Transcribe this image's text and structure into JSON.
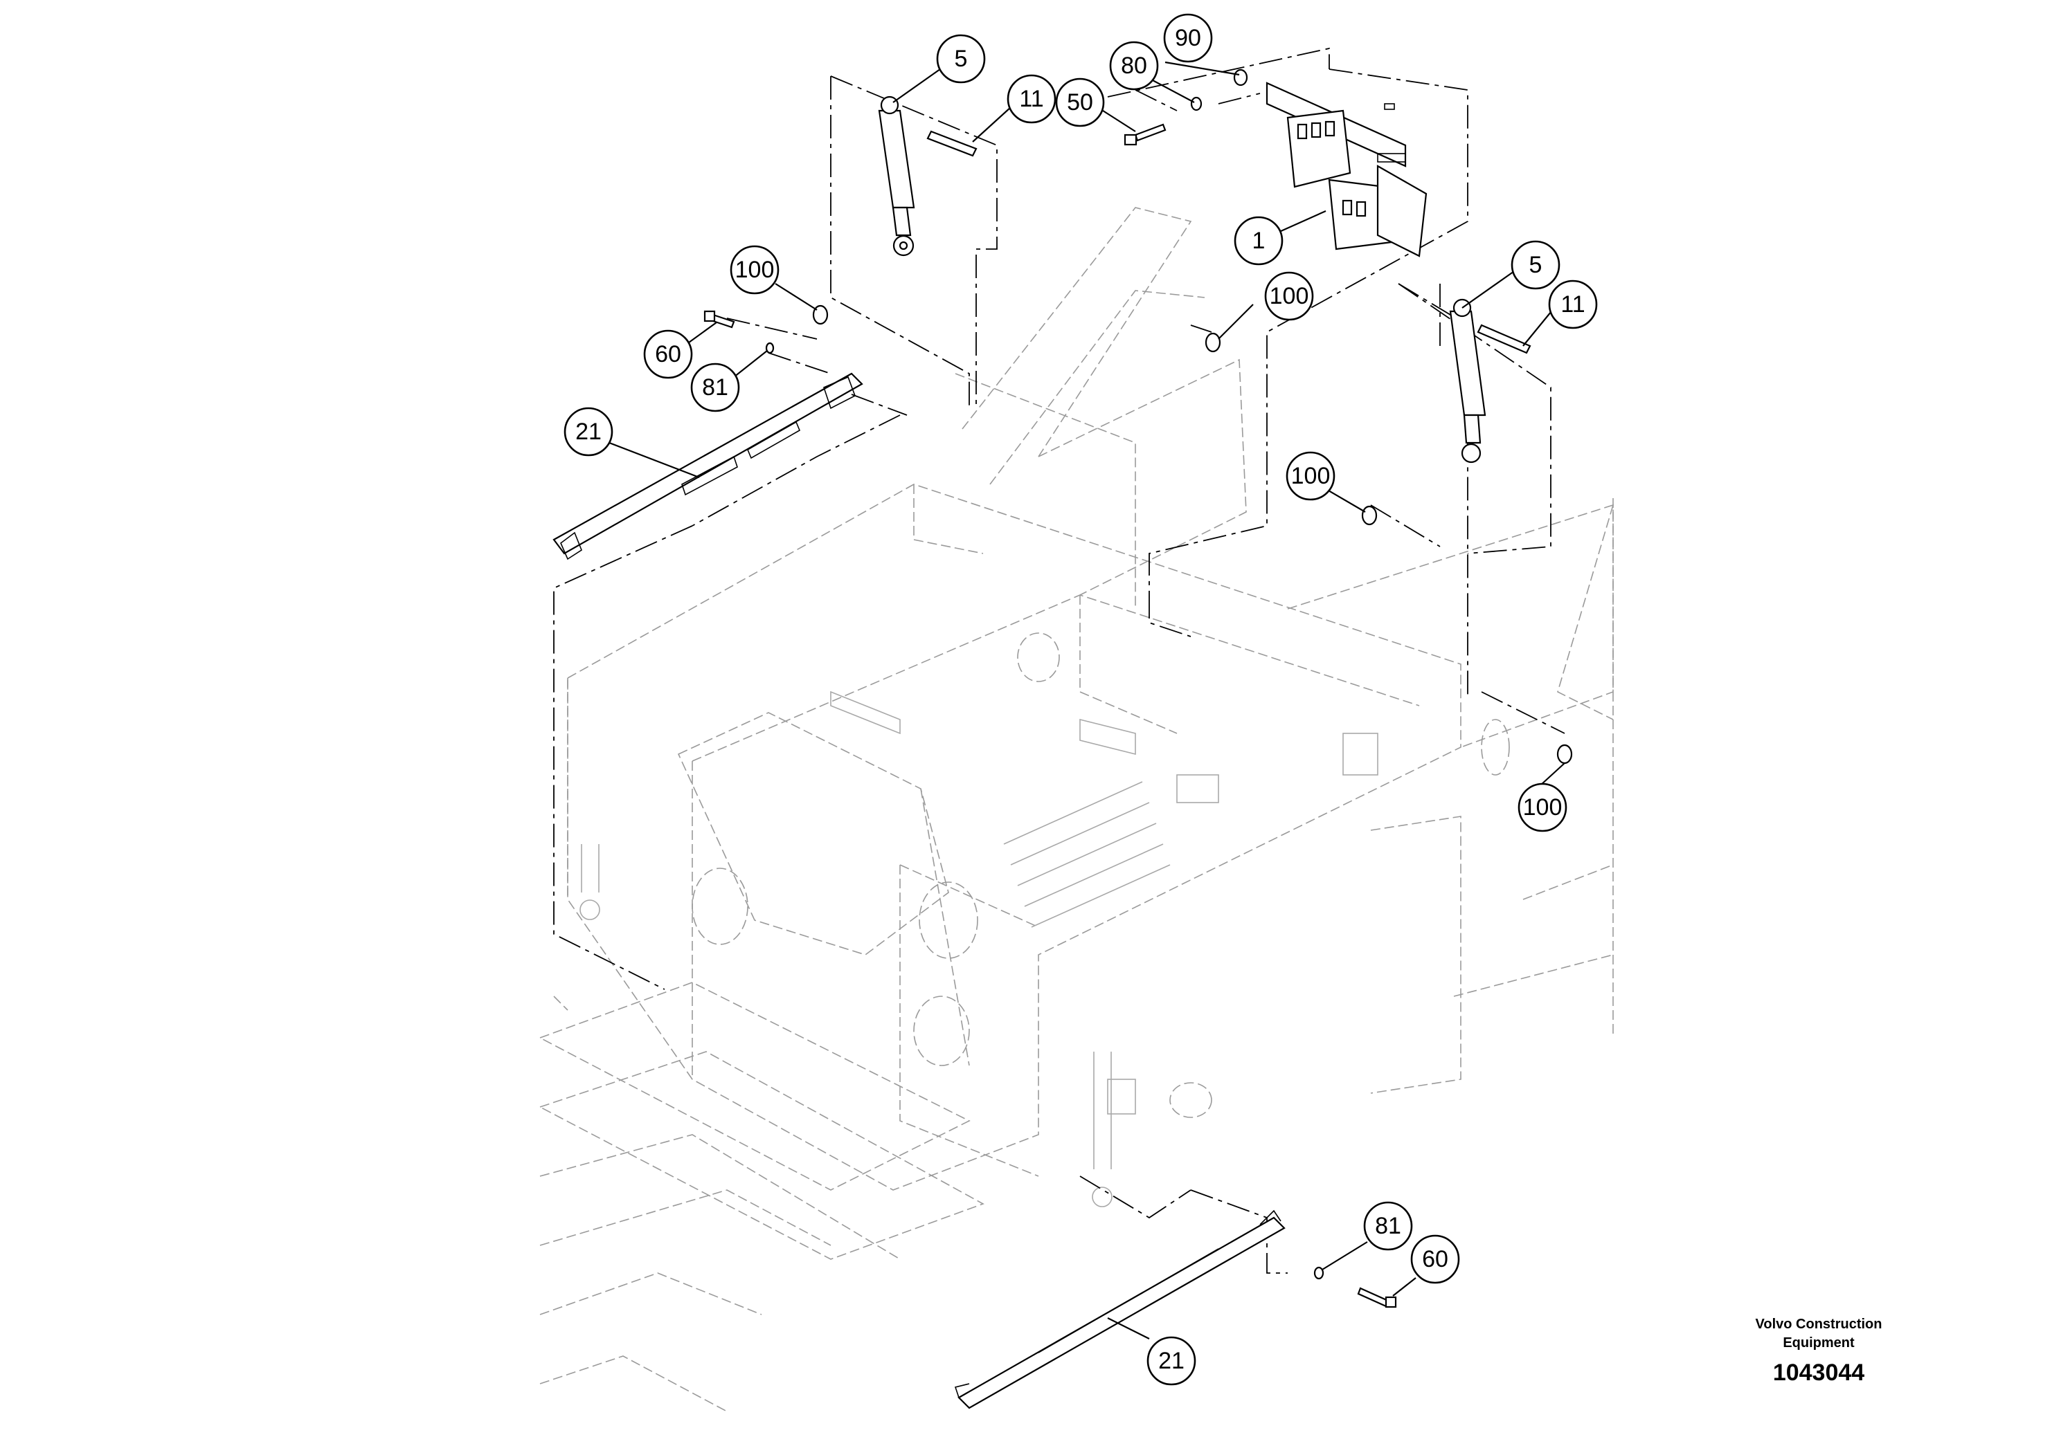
{
  "diagram": {
    "callouts": [
      "5",
      "11",
      "90",
      "80",
      "50",
      "1",
      "100",
      "100",
      "5",
      "11",
      "60",
      "81",
      "21",
      "100",
      "100",
      "81",
      "60",
      "21"
    ]
  },
  "brand": {
    "line1": "Volvo Construction",
    "line2": "Equipment",
    "code": "1043044"
  }
}
